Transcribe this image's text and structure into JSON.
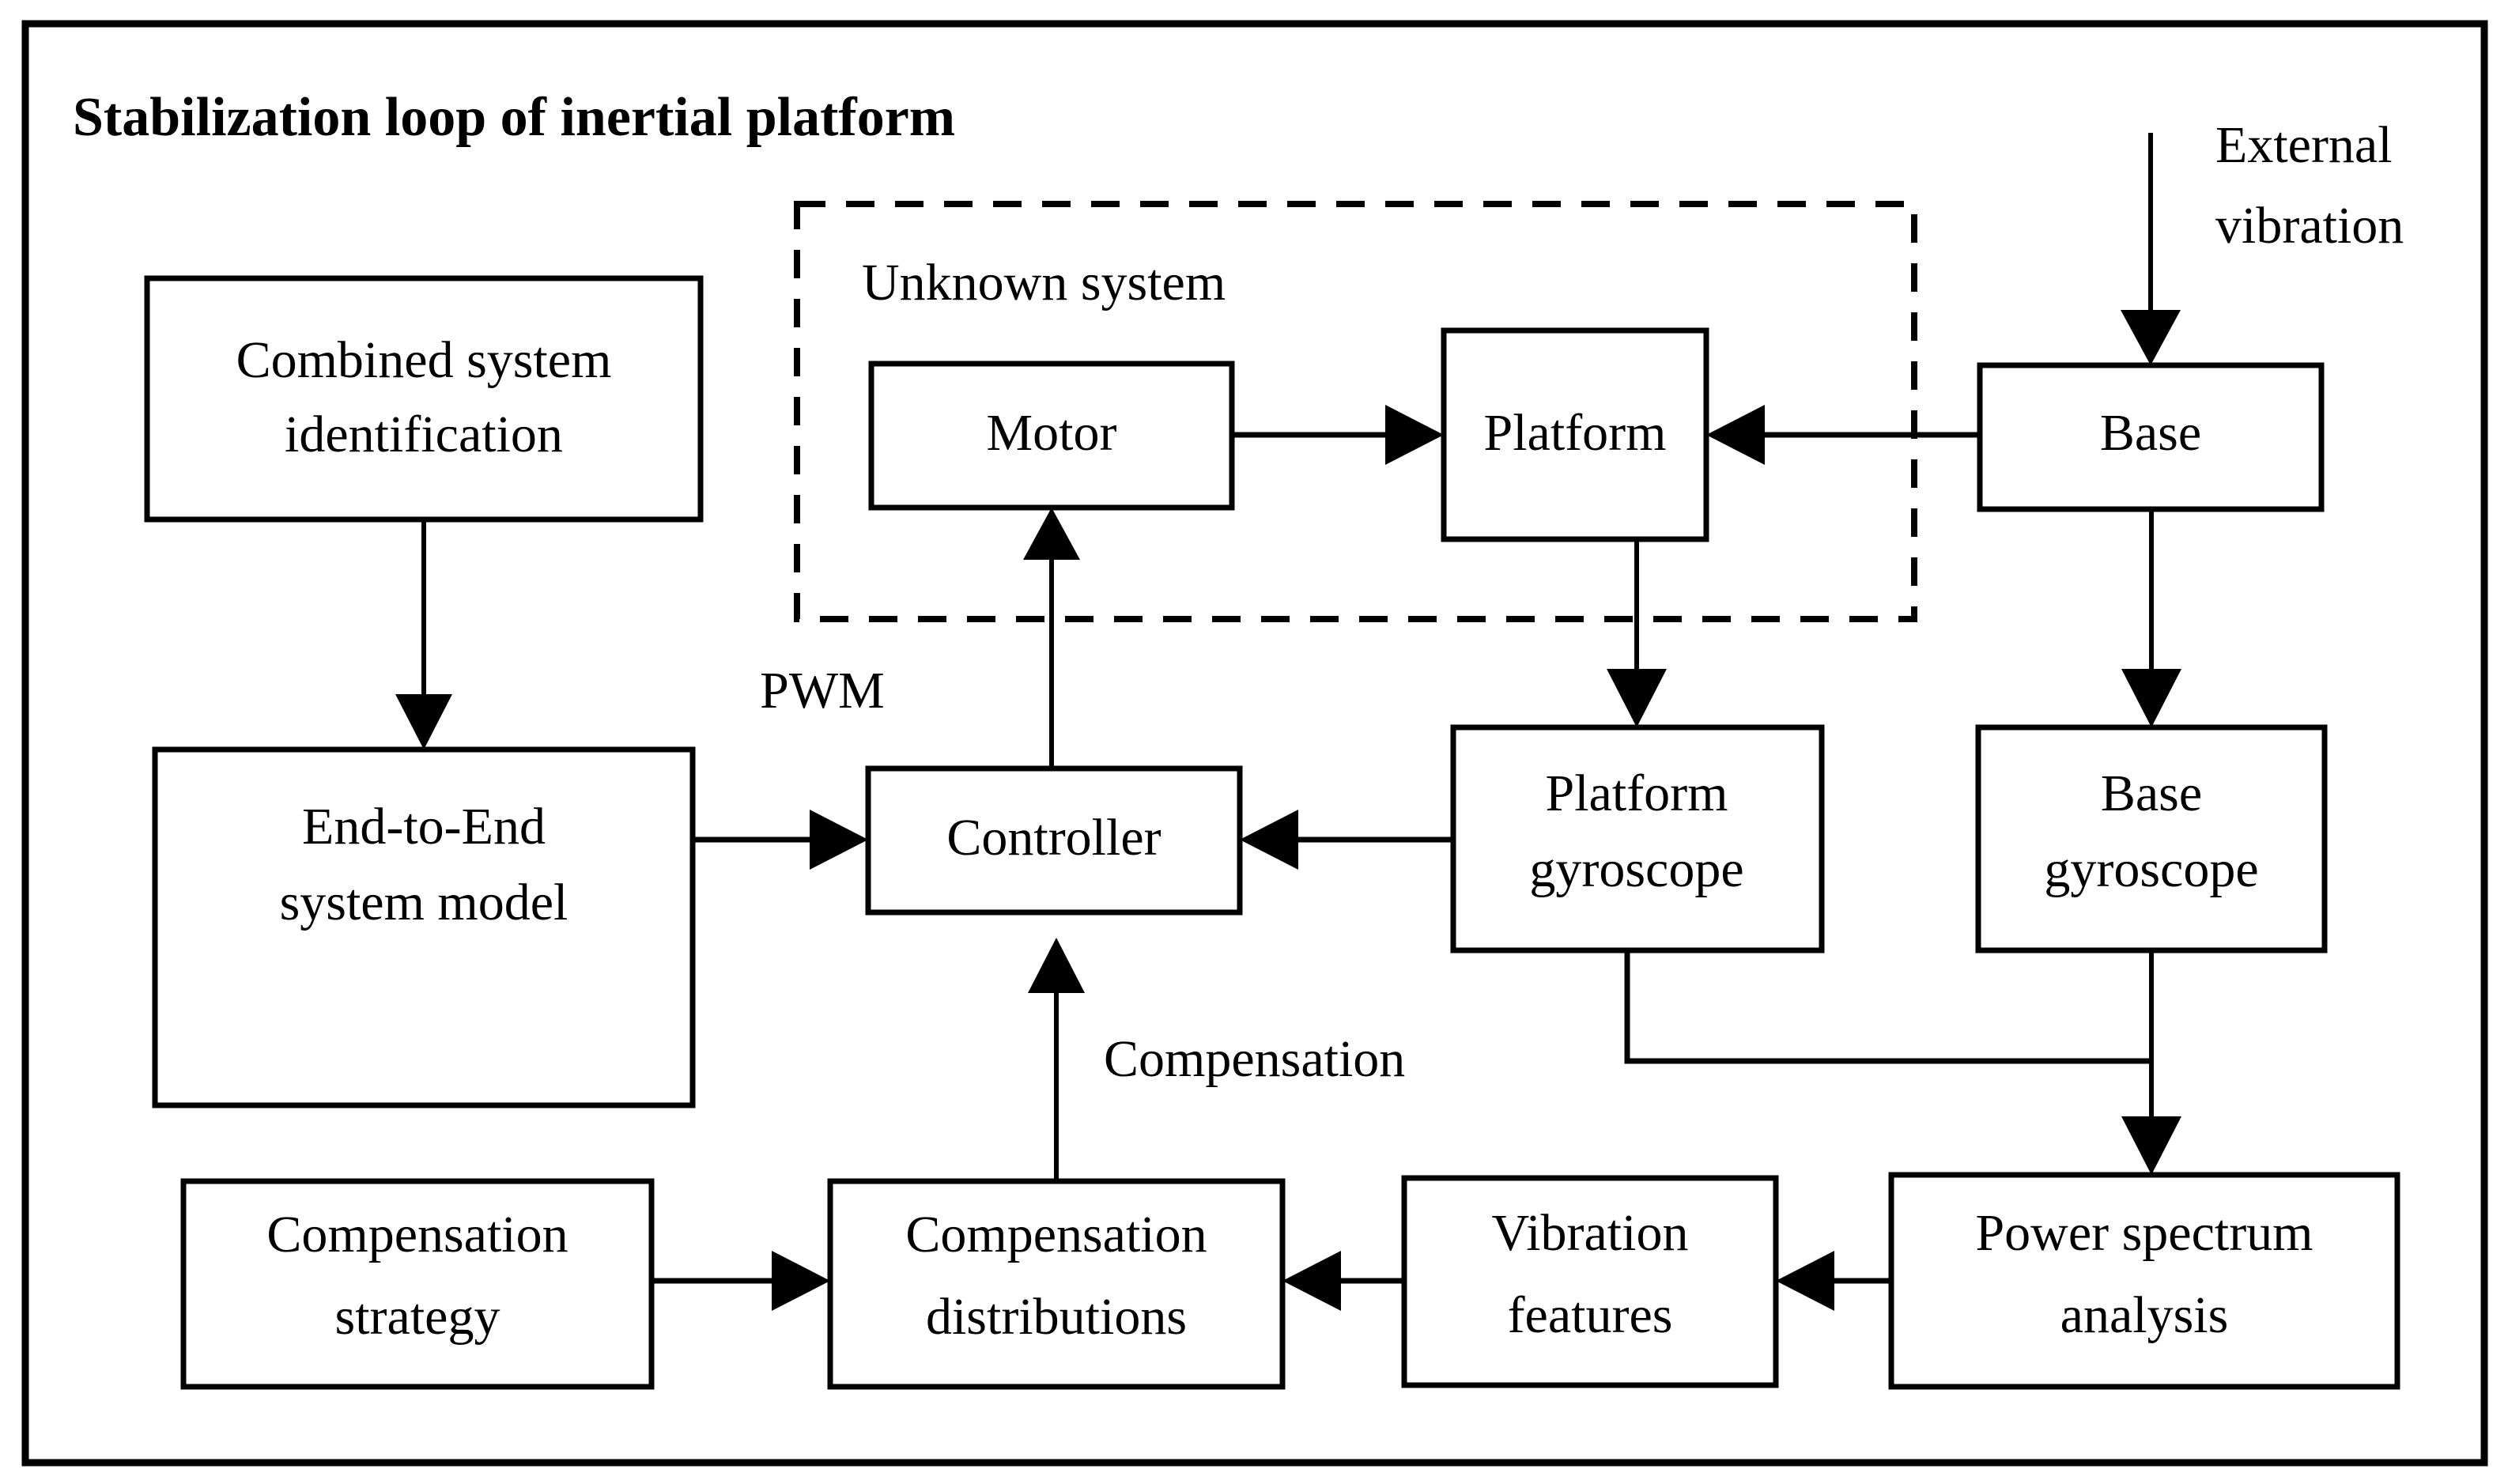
{
  "diagram": {
    "title": "Stabilization loop of inertial platform",
    "type": "block-diagram",
    "background_color": "#ffffff",
    "line_color": "#000000",
    "frame": {
      "label": "outer-frame"
    },
    "group": {
      "label": "Unknown system",
      "style": "dashed",
      "members": [
        "motor",
        "platform"
      ]
    },
    "nodes": [
      {
        "id": "combined-system-identification",
        "lines": [
          "Combined system",
          "identification"
        ]
      },
      {
        "id": "end-to-end-system-model",
        "lines": [
          "End-to-End",
          "system model"
        ]
      },
      {
        "id": "compensation-strategy",
        "lines": [
          "Compensation",
          "strategy"
        ]
      },
      {
        "id": "compensation-distributions",
        "lines": [
          "Compensation",
          "distributions"
        ]
      },
      {
        "id": "motor",
        "lines": [
          "Motor"
        ]
      },
      {
        "id": "platform",
        "lines": [
          "Platform"
        ]
      },
      {
        "id": "base",
        "lines": [
          "Base"
        ]
      },
      {
        "id": "controller",
        "lines": [
          "Controller"
        ]
      },
      {
        "id": "platform-gyroscope",
        "lines": [
          "Platform",
          "gyroscope"
        ]
      },
      {
        "id": "base-gyroscope",
        "lines": [
          "Base",
          "gyroscope"
        ]
      },
      {
        "id": "vibration-features",
        "lines": [
          "Vibration",
          "features"
        ]
      },
      {
        "id": "power-spectrum-analysis",
        "lines": [
          "Power spectrum",
          "analysis"
        ]
      }
    ],
    "edge_labels": [
      {
        "id": "external-vibration",
        "lines": [
          "External",
          "vibration"
        ]
      },
      {
        "id": "pwm",
        "lines": [
          "PWM"
        ]
      },
      {
        "id": "compensation",
        "lines": [
          "Compensation"
        ]
      }
    ],
    "edges": [
      {
        "from": "external-vibration-source",
        "to": "base",
        "label": "External vibration"
      },
      {
        "from": "base",
        "to": "platform",
        "label": ""
      },
      {
        "from": "motor",
        "to": "platform",
        "label": ""
      },
      {
        "from": "controller",
        "to": "motor",
        "label": "PWM"
      },
      {
        "from": "combined-system-identification",
        "to": "end-to-end-system-model",
        "label": ""
      },
      {
        "from": "end-to-end-system-model",
        "to": "controller",
        "label": ""
      },
      {
        "from": "platform",
        "to": "platform-gyroscope",
        "label": ""
      },
      {
        "from": "platform-gyroscope",
        "to": "controller",
        "label": ""
      },
      {
        "from": "base",
        "to": "base-gyroscope",
        "label": ""
      },
      {
        "from": "platform-gyroscope",
        "to": "power-spectrum-analysis",
        "label": ""
      },
      {
        "from": "base-gyroscope",
        "to": "power-spectrum-analysis",
        "label": ""
      },
      {
        "from": "power-spectrum-analysis",
        "to": "vibration-features",
        "label": ""
      },
      {
        "from": "vibration-features",
        "to": "compensation-distributions",
        "label": ""
      },
      {
        "from": "compensation-strategy",
        "to": "compensation-distributions",
        "label": ""
      },
      {
        "from": "compensation-distributions",
        "to": "controller",
        "label": "Compensation"
      }
    ]
  }
}
